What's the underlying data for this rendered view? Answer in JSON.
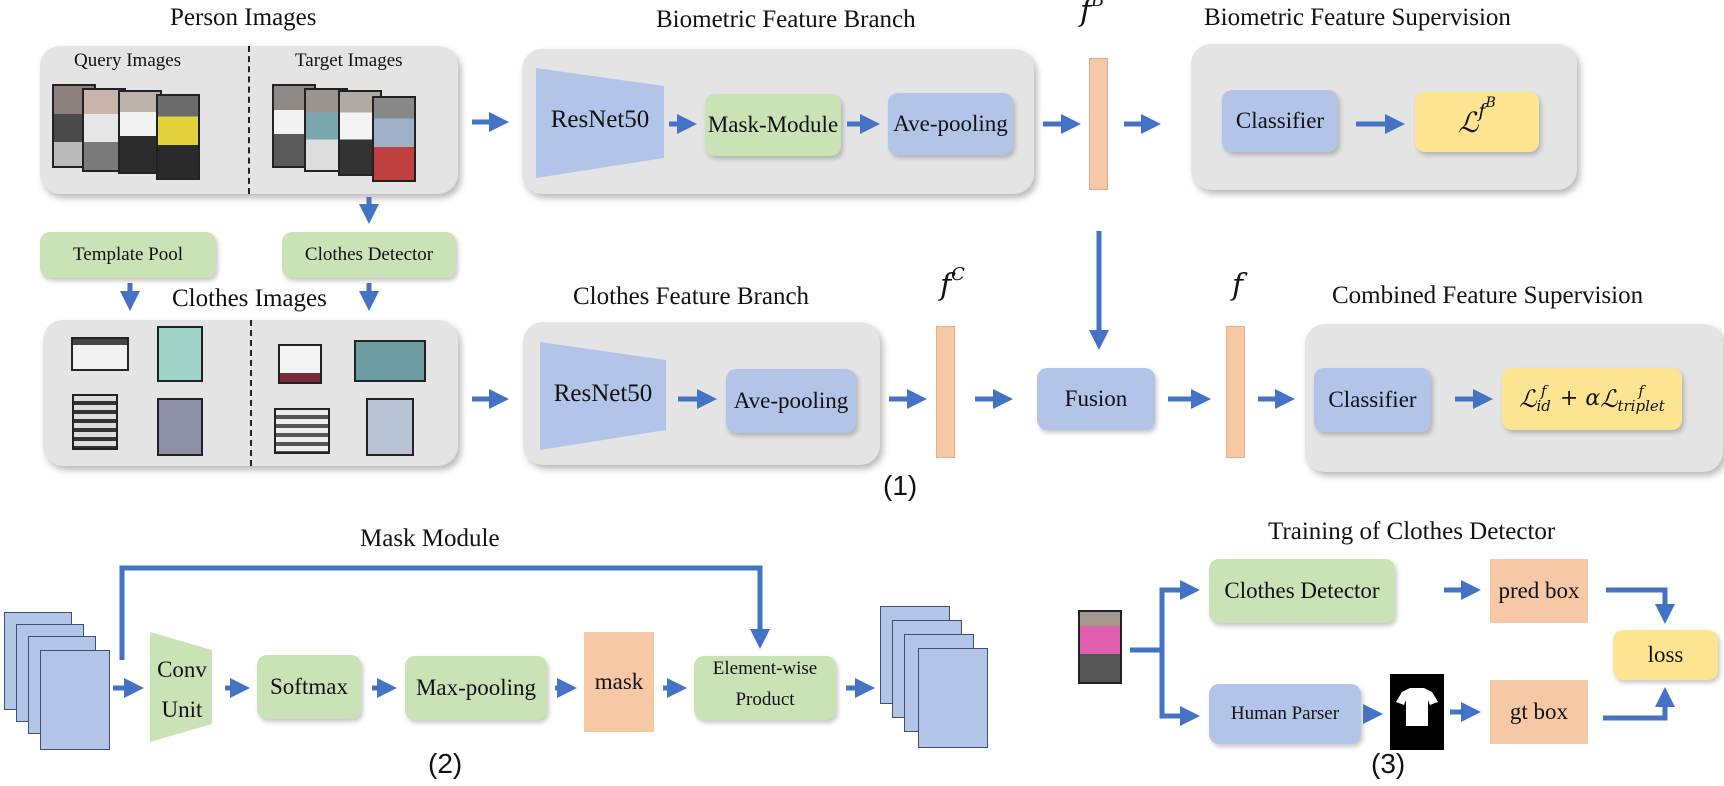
{
  "sections": {
    "person_images": "Person Images",
    "query_images": "Query Images",
    "target_images": "Target Images",
    "biometric_branch": "Biometric Feature Branch",
    "biometric_supervision": "Biometric Feature Supervision",
    "template_pool": "Template Pool",
    "clothes_detector": "Clothes Detector",
    "clothes_images": "Clothes Images",
    "clothes_branch": "Clothes Feature Branch",
    "combined_supervision": "Combined Feature Supervision",
    "mask_module": "Mask Module",
    "training_detector": "Training of Clothes Detector"
  },
  "boxes": {
    "resnet_b": "ResNet50",
    "mask_module_box": "Mask-Module",
    "avepool_b": "Ave-pooling",
    "classifier_b": "Classifier",
    "resnet_c": "ResNet50",
    "avepool_c": "Ave-pooling",
    "fusion": "Fusion",
    "classifier_c": "Classifier",
    "conv_line1": "Conv",
    "conv_line2": "Unit",
    "softmax": "Softmax",
    "maxpool": "Max-pooling",
    "mask": "mask",
    "ew_line1": "Element-wise",
    "ew_line2": "Product",
    "detector3": "Clothes Detector",
    "pred_box": "pred box",
    "human_parser": "Human Parser",
    "gt_box": "gt box",
    "loss": "loss"
  },
  "features": {
    "fB": "f",
    "fB_sup": "B",
    "fC": "f",
    "fC_sup": "C",
    "f": "f"
  },
  "losses": {
    "bio_L": "ℒ",
    "bio_sup": "f",
    "bio_supsup": "B",
    "comb_L1": "ℒ",
    "comb_L1_sup": "f",
    "comb_L1_sub": "id",
    "comb_plus": " + α",
    "comb_L2": "ℒ",
    "comb_L2_sup": "f",
    "comb_L2_sub": "triplet"
  },
  "labels": {
    "part1": "(1)",
    "part2": "(2)",
    "part3": "(3)"
  },
  "colors": {
    "arrow": "#4472c4",
    "blue_box": "#b2c5e8",
    "green_box": "#c9e2b6",
    "yellow_box": "#fde491",
    "orange": "#f7c8a6",
    "panel": "#e4e4e4"
  }
}
